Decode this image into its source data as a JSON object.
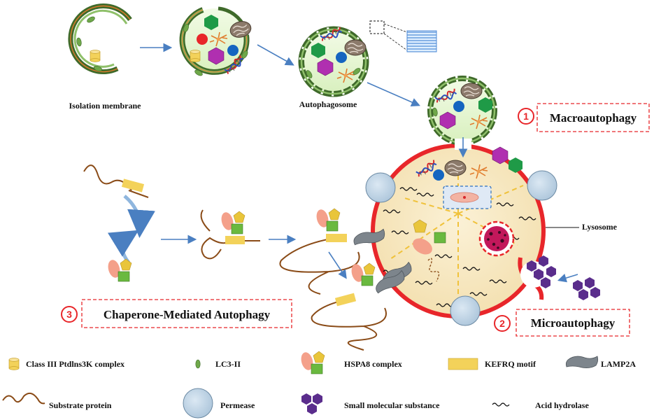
{
  "labels": {
    "isolation_membrane": "Isolation membrane",
    "autophagosome": "Autophagosome",
    "lysosome": "Lysosome"
  },
  "pathways": {
    "macro": {
      "number": "1",
      "title": "Macroautophagy"
    },
    "micro": {
      "number": "2",
      "title": "Microautophagy"
    },
    "cma": {
      "number": "3",
      "title": "Chaperone-Mediated Autophagy"
    }
  },
  "legend": {
    "class3": "Class III Ptdlns3K complex",
    "lc3": "LC3-II",
    "hspa8": "HSPA8 complex",
    "kefrq": "KEFRQ motif",
    "lamp2a": "LAMP2A",
    "substrate": "Substrate protein",
    "permease": "Permease",
    "small_molecule": "Small molecular substance",
    "acid_hydrolase": "Acid hydrolase"
  },
  "colors": {
    "membrane_green": "#3f6a2a",
    "membrane_light": "#8fc06a",
    "lysosome_red": "#e8262a",
    "lysosome_fill": "#f7e8c6",
    "lumen_green": "#e9f7d4",
    "hexagon_green": "#1f9a47",
    "hexagon_purple": "#b02fb0",
    "small_molecule": "#5a2d8c",
    "protein_blue": "#1565c0",
    "protein_red": "#e8262a",
    "permease_blue": "#bcd3e6",
    "kefrq_yellow": "#f3d25a",
    "hspa8_salmon": "#f4a08a",
    "hspa8_gold": "#e9c53a",
    "hspa8_green": "#6ab93f",
    "lamp2a_gray": "#7d858c",
    "substrate_brown": "#8a4b17"
  }
}
